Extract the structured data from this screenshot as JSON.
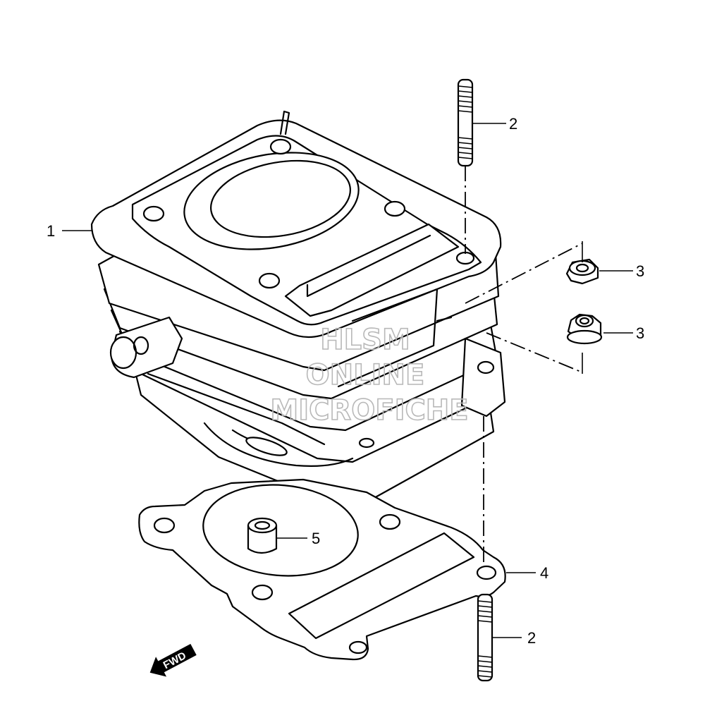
{
  "callouts": {
    "cylinder": "1",
    "stud_top": "2",
    "nut_upper": "3",
    "nut_lower": "3",
    "gasket": "4",
    "dowel": "5",
    "stud_bottom": "2"
  },
  "watermark": {
    "line1": "HLSM",
    "line2": "ONLINE",
    "line3": "MICROFICHE"
  },
  "direction_arrow": {
    "label": "FWD",
    "icon": "fwd-arrow-icon"
  }
}
